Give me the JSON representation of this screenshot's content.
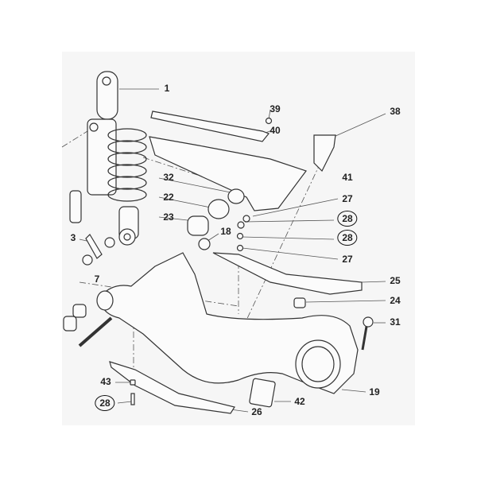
{
  "diagram": {
    "title": "Rear suspension / swingarm exploded view",
    "callouts": [
      {
        "id": "c1",
        "text": "1",
        "circled": false
      },
      {
        "id": "c39",
        "text": "39",
        "circled": false
      },
      {
        "id": "c38",
        "text": "38",
        "circled": false
      },
      {
        "id": "c40",
        "text": "40",
        "circled": false
      },
      {
        "id": "c32",
        "text": "32",
        "circled": false
      },
      {
        "id": "c41",
        "text": "41",
        "circled": false
      },
      {
        "id": "c22",
        "text": "22",
        "circled": false
      },
      {
        "id": "c27a",
        "text": "27",
        "circled": false
      },
      {
        "id": "c23",
        "text": "23",
        "circled": false
      },
      {
        "id": "c28a",
        "text": "28",
        "circled": true
      },
      {
        "id": "c18",
        "text": "18",
        "circled": false
      },
      {
        "id": "c28b",
        "text": "28",
        "circled": true
      },
      {
        "id": "c3",
        "text": "3",
        "circled": false
      },
      {
        "id": "c27b",
        "text": "27",
        "circled": false
      },
      {
        "id": "c7",
        "text": "7",
        "circled": false
      },
      {
        "id": "c25",
        "text": "25",
        "circled": false
      },
      {
        "id": "c24",
        "text": "24",
        "circled": false
      },
      {
        "id": "c31",
        "text": "31",
        "circled": false
      },
      {
        "id": "c19",
        "text": "19",
        "circled": false
      },
      {
        "id": "c43",
        "text": "43",
        "circled": false
      },
      {
        "id": "c28c",
        "text": "28",
        "circled": true
      },
      {
        "id": "c42",
        "text": "42",
        "circled": false
      },
      {
        "id": "c26",
        "text": "26",
        "circled": false
      }
    ]
  }
}
